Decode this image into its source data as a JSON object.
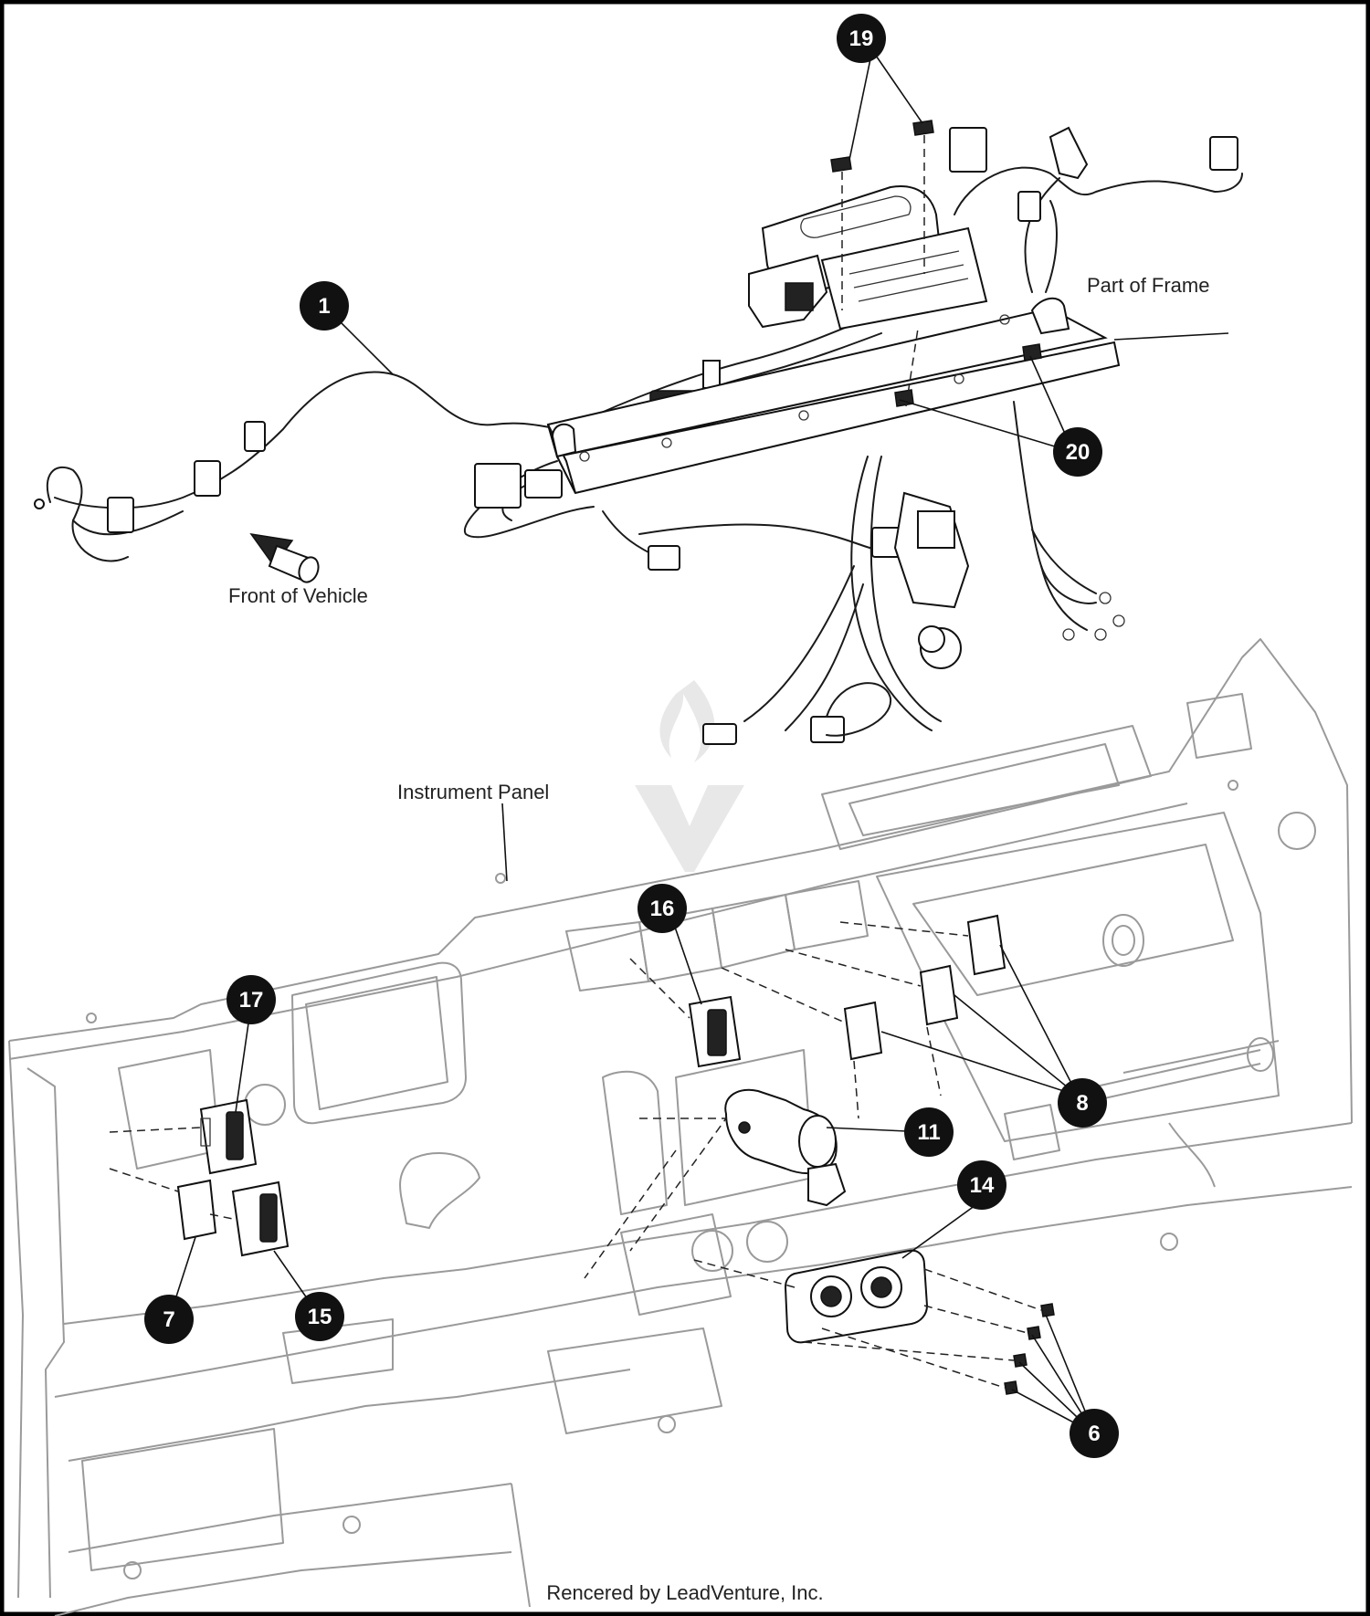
{
  "labels": {
    "part_of_frame": "Part of Frame",
    "front_of_vehicle": "Front of Vehicle",
    "instrument_panel": "Instrument Panel"
  },
  "callouts": {
    "c1": "1",
    "c6": "6",
    "c7": "7",
    "c8": "8",
    "c11": "11",
    "c14": "14",
    "c15": "15",
    "c16": "16",
    "c17": "17",
    "c19": "19",
    "c20": "20"
  },
  "footer": {
    "credit": "Rencered by LeadVenture, Inc."
  },
  "colors": {
    "line": "#1a1a1a",
    "panel": "#9a9a9a",
    "callout_fill": "#111111",
    "callout_text": "#ffffff",
    "watermark": "#e6e6e6"
  },
  "icons": {
    "direction_arrow": "front-arrow-icon",
    "watermark": "leadventure-logo-icon"
  }
}
